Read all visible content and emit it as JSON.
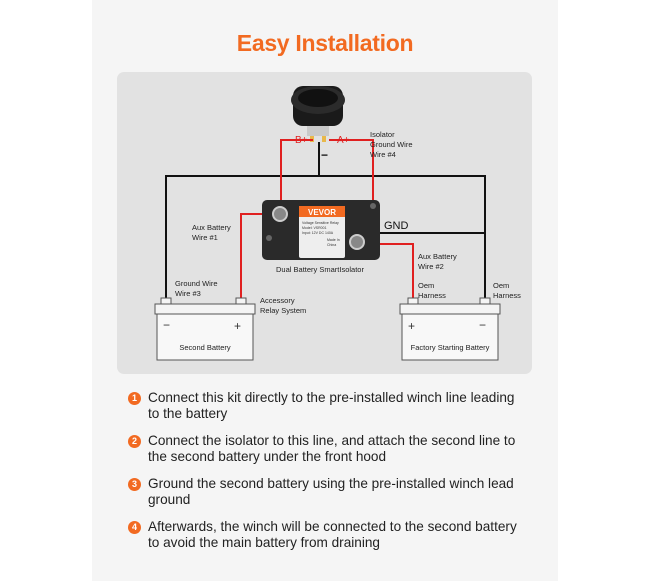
{
  "title": "Easy Installation",
  "diagram": {
    "b_plus": "B+",
    "a_plus": "A+",
    "minus": "−",
    "isolator_ground": [
      "Isolator",
      "Ground Wire",
      "Wire #4"
    ],
    "gnd": "GND",
    "aux1": [
      "Aux Battery",
      "Wire #1"
    ],
    "aux2": [
      "Aux Battery",
      "Wire #2"
    ],
    "device_name": "Dual Battery SmartIsolator",
    "device_brand": "VEVOR",
    "ground3": [
      "Ground Wire",
      "Wire #3"
    ],
    "accessory": [
      "Accessory",
      "Relay System"
    ],
    "oem_left": [
      "Oem",
      "Harness"
    ],
    "oem_right": [
      "Oem",
      "Harness"
    ],
    "second_battery": "Second Battery",
    "factory_battery": "Factory Starting Battery",
    "device_small_text": [
      "Voltage Sensitive Relay",
      "Model: VSR001",
      "Input: 12V DC 140A"
    ],
    "device_right_text": [
      "Made In",
      "China"
    ]
  },
  "steps": [
    {
      "num": "1",
      "text": "Connect this kit directly to the pre-installed winch line leading to the battery"
    },
    {
      "num": "2",
      "text": "Connect the isolator to this line, and attach the second line to the second battery under the front hood"
    },
    {
      "num": "3",
      "text": "Ground the second battery using the pre-installed winch lead ground"
    },
    {
      "num": "4",
      "text": "Afterwards, the winch will be connected to the second battery to avoid the main battery from draining"
    }
  ],
  "colors": {
    "accent": "#f26a21",
    "red_wire": "#e02020",
    "black_wire": "#111111"
  }
}
